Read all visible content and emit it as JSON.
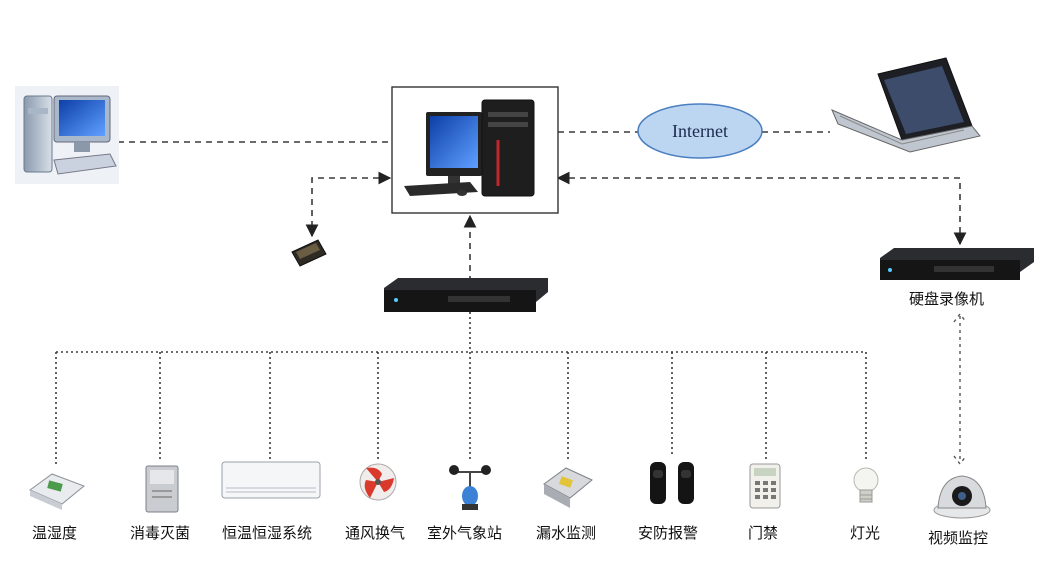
{
  "cloud": {
    "label": "Internet"
  },
  "dvr": {
    "label": "硬盘录像机"
  },
  "devices": [
    {
      "label": "温湿度",
      "icon": "temperature-humidity-sensor-icon"
    },
    {
      "label": "消毒灭菌",
      "icon": "sterilizer-icon"
    },
    {
      "label": "恒温恒湿系统",
      "icon": "air-conditioner-icon"
    },
    {
      "label": "通风换气",
      "icon": "ventilation-fan-icon"
    },
    {
      "label": "室外气象站",
      "icon": "weather-station-icon"
    },
    {
      "label": "漏水监测",
      "icon": "water-leak-detector-icon"
    },
    {
      "label": "安防报警",
      "icon": "infrared-beam-sensor-icon"
    },
    {
      "label": "门禁",
      "icon": "access-control-keypad-icon"
    },
    {
      "label": "灯光",
      "icon": "light-bulb-icon"
    }
  ],
  "camera": {
    "label": "视频监控",
    "icon": "dome-camera-icon"
  },
  "colors": {
    "line": "#3a3a3a",
    "cloud_fill": "#bcd6f2",
    "cloud_stroke": "#4a7fc0",
    "device_dark": "#1b1b1b"
  }
}
